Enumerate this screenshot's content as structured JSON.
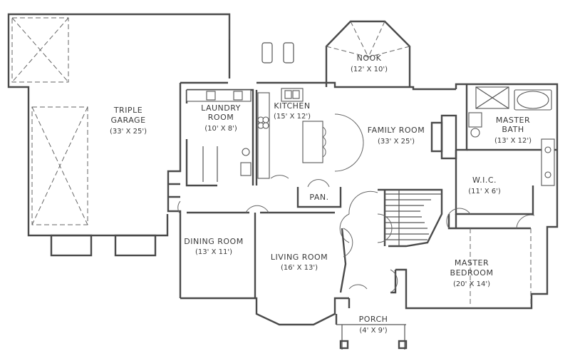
{
  "rooms": {
    "garage": {
      "name1": "TRIPLE",
      "name2": "GARAGE",
      "dims": "(33' X 25')"
    },
    "laundry": {
      "name1": "LAUNDRY",
      "name2": "ROOM",
      "dims": "(10' X 8')"
    },
    "kitchen": {
      "name": "KITCHEN",
      "dims": "(15' X 12')"
    },
    "nook": {
      "name": "NOOK",
      "dims": "(12' X 10')"
    },
    "family": {
      "name": "FAMILY ROOM",
      "dims": "(33' X 25')"
    },
    "masterbath": {
      "name1": "MASTER",
      "name2": "BATH",
      "dims": "(13' X 12')"
    },
    "wic": {
      "name": "W.I.C.",
      "dims": "(11' X 6')"
    },
    "pantry": {
      "name": "PAN."
    },
    "dining": {
      "name": "DINING ROOM",
      "dims": "(13' X 11')"
    },
    "living": {
      "name": "LIVING ROOM",
      "dims": "(16' X 13')"
    },
    "masterbed": {
      "name1": "MASTER",
      "name2": "BEDROOM",
      "dims": "(20' X 14')"
    },
    "porch": {
      "name": "PORCH",
      "dims": "(4' X 9')"
    }
  }
}
